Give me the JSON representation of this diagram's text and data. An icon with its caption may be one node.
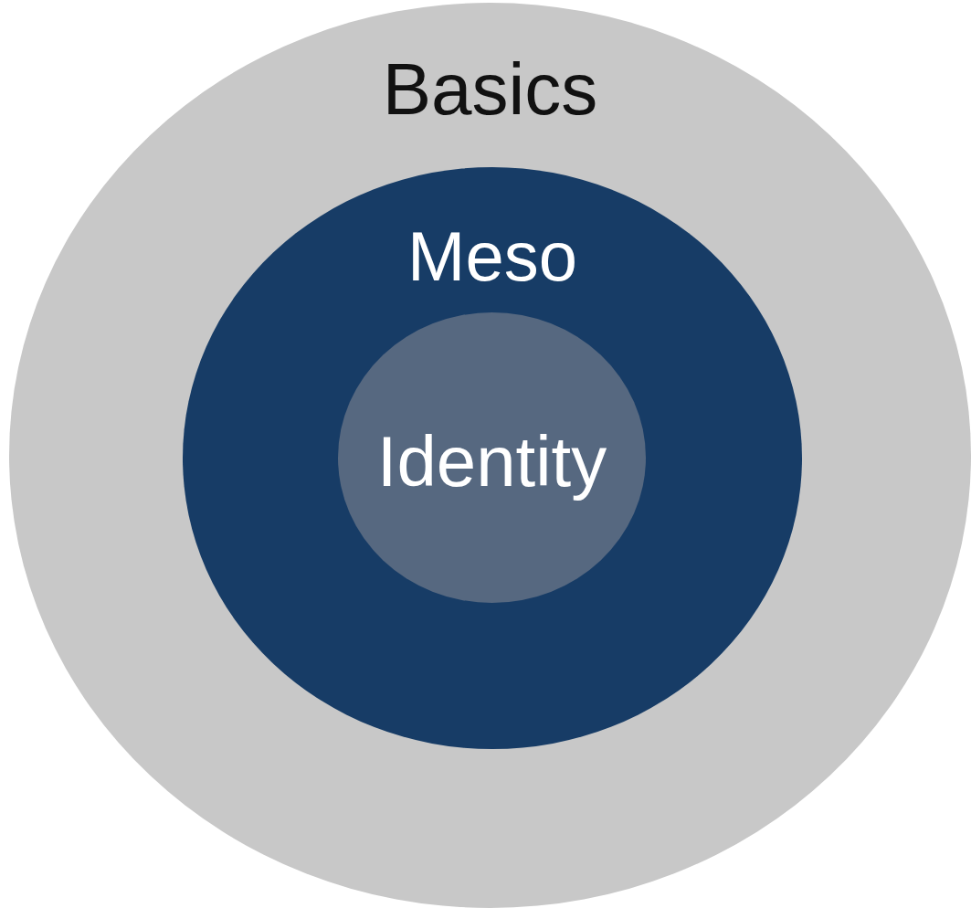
{
  "diagram": {
    "nodes": [
      {
        "text": [
          "Basics"
        ]
      },
      {
        "text": [
          "Meso"
        ],
        "in": 0
      },
      {
        "text": [
          "Identity"
        ],
        "in": 1
      }
    ]
  }
}
